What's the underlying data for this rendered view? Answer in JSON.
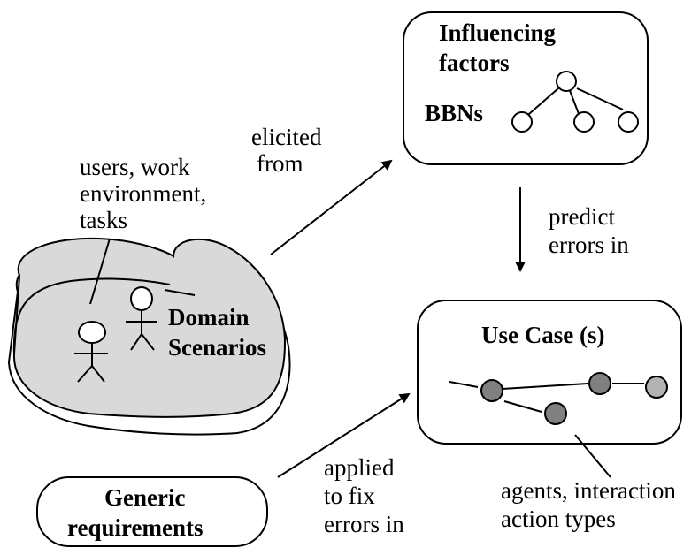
{
  "diagram": {
    "top_box": {
      "title": "Influencing factors",
      "title_line1": "Influencing",
      "title_line2": "factors",
      "network_label": "BBNs"
    },
    "use_case_box": {
      "title": "Use Case (s)"
    },
    "generic_box": {
      "line1": "Generic",
      "line2": "requirements"
    },
    "scenario_cloud": {
      "label_line1": "Domain",
      "label_line2": "Scenarios"
    },
    "annotations": {
      "users_line1": "users, work",
      "users_line2": "environment,",
      "users_line3": "tasks",
      "elicited_line1": "elicited",
      "elicited_line2": "from",
      "predict_line1": "predict",
      "predict_line2": "errors in",
      "applied_line1": "applied",
      "applied_line2": "to fix",
      "applied_line3": "errors in",
      "agents_line1": "agents, interaction",
      "agents_line2": "action types"
    },
    "colors": {
      "cloud_fill": "#d9d9d9",
      "node_dark": "#808080",
      "node_light": "#b3b3b3",
      "stroke": "#000000"
    }
  }
}
